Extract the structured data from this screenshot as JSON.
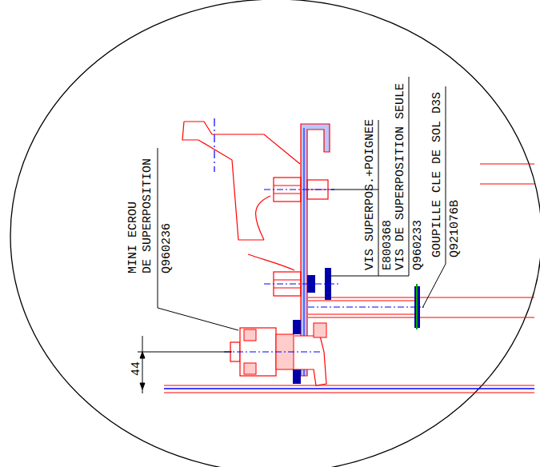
{
  "diagram": {
    "labels": [
      "MINI ECROU",
      "DE SUPERPOSITION",
      "Q960236",
      "VIS SUPERPOS.+POIGNEE",
      "E800368",
      "VIS DE SUPERPOSITION SEULE",
      "Q960233",
      "GOUPILLE CLE DE SOL D3S",
      "Q921076B",
      "44"
    ]
  }
}
